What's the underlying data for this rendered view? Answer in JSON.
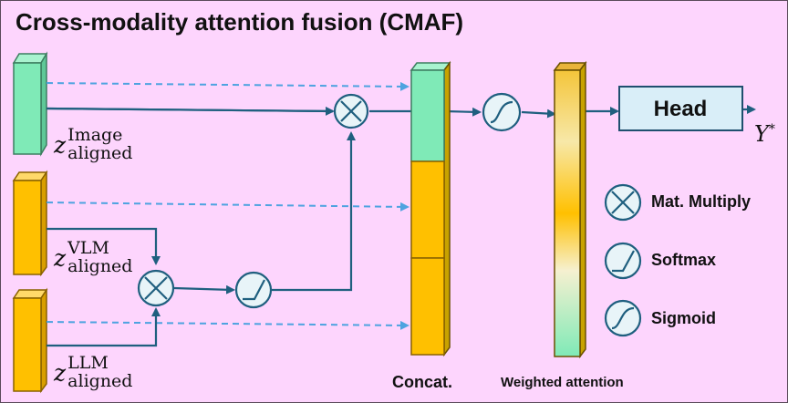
{
  "title": "Cross-modality attention fusion (CMAF)",
  "inputs": [
    {
      "symbol": "z",
      "superscript": "Image",
      "subscript": "aligned"
    },
    {
      "symbol": "z",
      "superscript": "VLM",
      "subscript": "aligned"
    },
    {
      "symbol": "z",
      "superscript": "LLM",
      "subscript": "aligned"
    }
  ],
  "concat_label": "Concat.",
  "weighted_label": "Weighted attention",
  "head_label": "Head",
  "output": {
    "symbol": "Y",
    "superscript": "*"
  },
  "legend": [
    {
      "icon": "mat-multiply-icon",
      "label": "Mat. Multiply"
    },
    {
      "icon": "softmax-icon",
      "label": "Softmax"
    },
    {
      "icon": "sigmoid-icon",
      "label": "Sigmoid"
    }
  ],
  "colors": {
    "background": "#fdd5fd",
    "image_block": "#7feab7",
    "text_block": "#ffc000",
    "arrow": "#1f5f7f",
    "dashed_arrow": "#4ea3e0",
    "head_fill": "#d9eef8"
  }
}
